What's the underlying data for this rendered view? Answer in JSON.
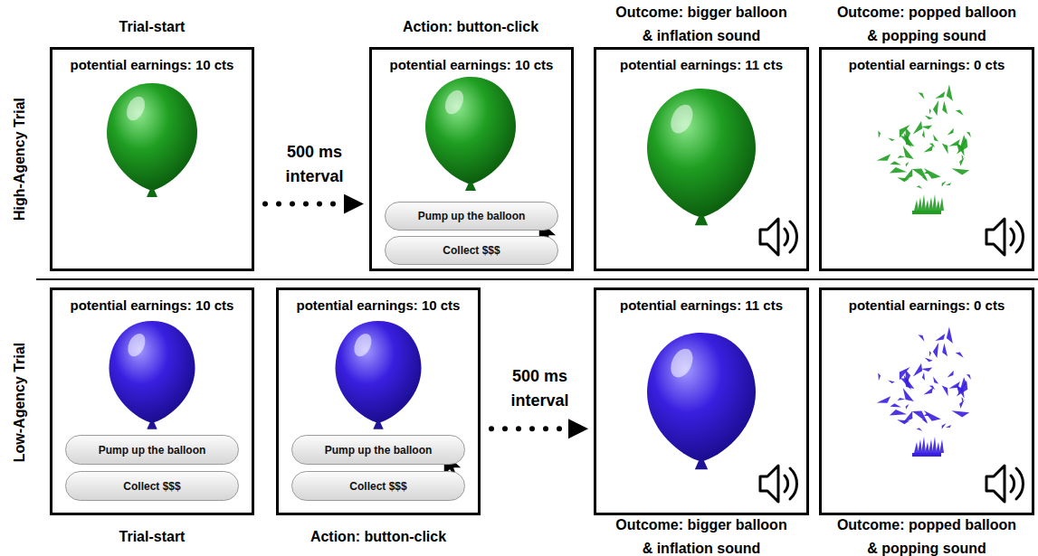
{
  "diagram": {
    "nodes": [
      {
        "text": [
          "potential earnings: 10 cts"
        ]
      },
      {
        "text": [
          "potential earnings: 10 cts"
        ]
      },
      {
        "text": [
          "Pump up the balloon"
        ],
        "in": 1
      },
      {
        "text": [
          "Collect $$$"
        ],
        "in": 1
      },
      {
        "text": [
          "potential earnings: 11 cts"
        ]
      },
      {
        "text": [
          "potential earnings: 0 cts"
        ]
      },
      {
        "text": [
          "potential earnings: 10 cts"
        ]
      },
      {
        "text": [
          "Pump up the balloon"
        ],
        "in": 6
      },
      {
        "text": [
          "Collect $$$"
        ],
        "in": 6
      },
      {
        "text": [
          "potential earnings: 10 cts"
        ]
      },
      {
        "text": [
          "Pump up the balloon"
        ],
        "in": 9
      },
      {
        "text": [
          "Collect $$$"
        ],
        "in": 9
      },
      {
        "text": [
          "potential earnings: 11 cts"
        ]
      },
      {
        "text": [
          "potential earnings: 0 cts"
        ]
      }
    ],
    "edges": [
      {
        "from": 0,
        "to": 1,
        "label": "500 ms interval",
        "arrow": "to"
      },
      {
        "from": 9,
        "to": 12,
        "label": "500 ms interval",
        "arrow": "to"
      }
    ],
    "labels": [
      "Trial-start",
      "Action: button-click",
      "Outcome: bigger balloon & inflation sound",
      "Outcome: popped balloon & popping sound",
      "High-Agency Trial",
      "Low-Agency Trial",
      "Trial-start",
      "Action: button-click",
      "Outcome: bigger balloon & inflation sound",
      "Outcome: popped balloon & popping sound"
    ]
  }
}
